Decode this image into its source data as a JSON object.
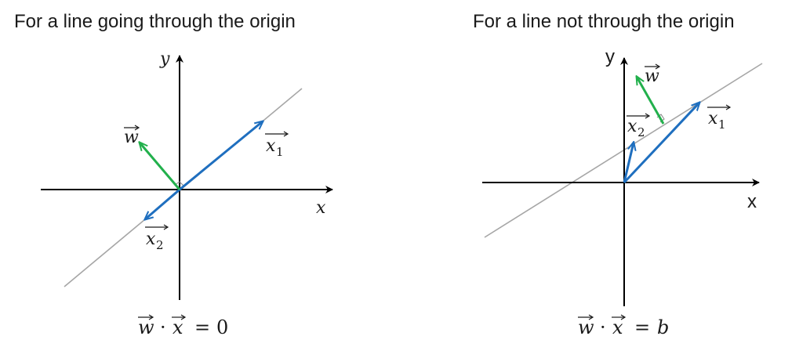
{
  "panels": [
    {
      "title": "For a line going through the origin",
      "axis_x_label": "x",
      "axis_y_label": "y",
      "vectors": {
        "w": "w",
        "x1": "x",
        "x1_sub": "1",
        "x2": "x",
        "x2_sub": "2"
      },
      "equation": {
        "w": "w",
        "dot": "·",
        "x": "x",
        "rel": "=",
        "rhs": "0"
      }
    },
    {
      "title": "For a line not through the origin",
      "axis_x_label": "x",
      "axis_y_label": "y",
      "vectors": {
        "w": "w",
        "x1": "x",
        "x1_sub": "1",
        "x2": "x",
        "x2_sub": "2"
      },
      "equation": {
        "w": "w",
        "dot": "·",
        "x": "x",
        "rel": "=",
        "rhs": "b"
      }
    }
  ],
  "colors": {
    "axis": "#000000",
    "line": "#a6a6a6",
    "blue": "#1f6fbf",
    "green": "#22b04c"
  }
}
